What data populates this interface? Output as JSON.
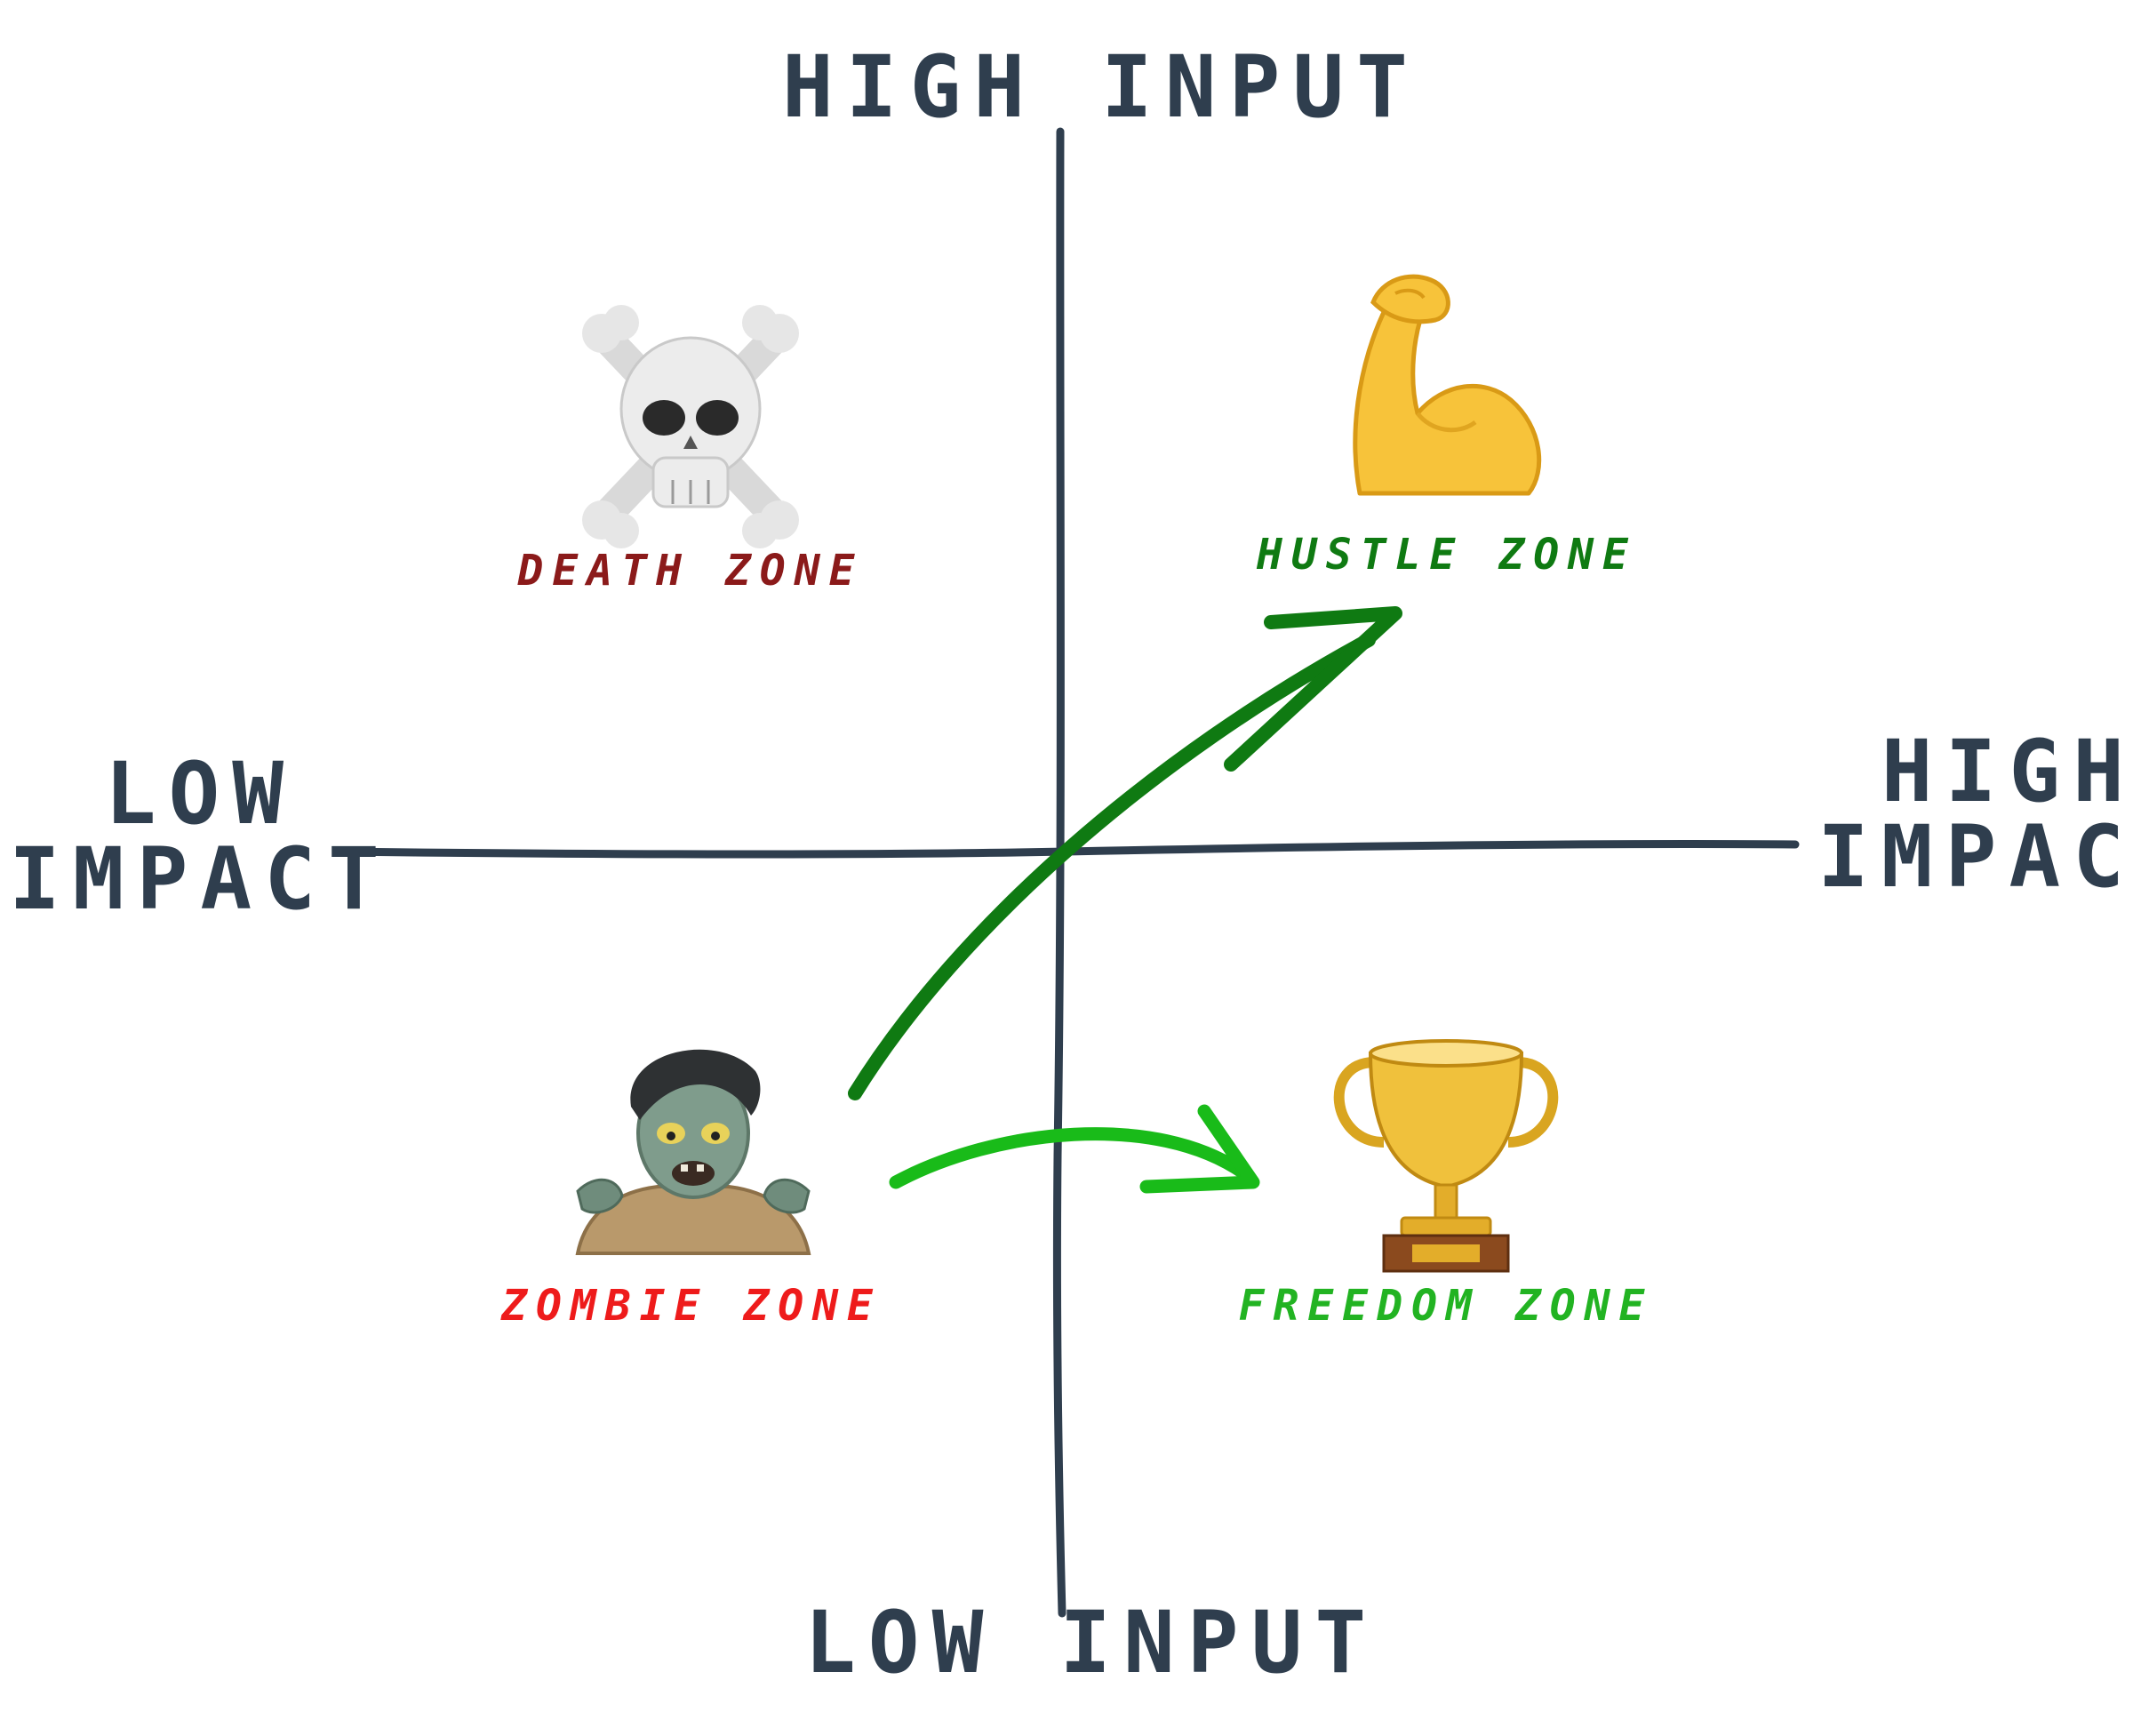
{
  "axes": {
    "top": "HIGH INPUT",
    "bottom": "LOW INPUT",
    "left": [
      "LOW",
      "IMPACT"
    ],
    "right": [
      "HIGH",
      "IMPACT"
    ]
  },
  "zones": {
    "death": {
      "label": "DEATH ZONE",
      "icon": "skull-crossbones-icon",
      "color": "#8b1a1a"
    },
    "hustle": {
      "label": "HUSTLE ZONE",
      "icon": "flexed-biceps-icon",
      "color": "#0f7a12"
    },
    "zombie": {
      "label": "ZOMBIE ZONE",
      "icon": "zombie-icon",
      "color": "#ee1b1b"
    },
    "freedom": {
      "label": "FREEDOM ZONE",
      "icon": "trophy-icon",
      "color": "#22b322"
    }
  },
  "arrows": {
    "zombie_to_hustle": {
      "color": "#0f7a12"
    },
    "zombie_to_freedom": {
      "color": "#19bb19"
    }
  },
  "colors": {
    "axis": "#2f3e4e"
  }
}
